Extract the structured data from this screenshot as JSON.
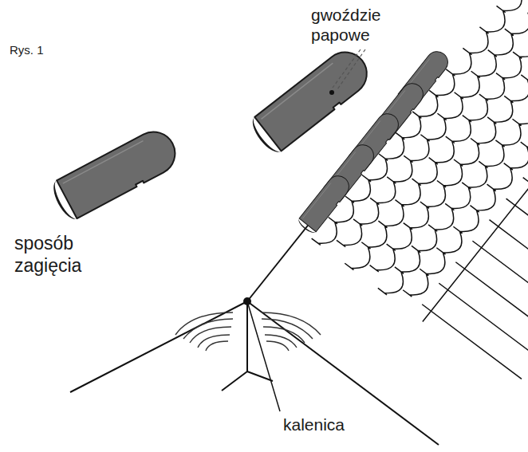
{
  "diagram": {
    "labels": [
      "Rys. 1",
      "gwoździe papowe",
      "sposób zagięcia",
      "kalenica"
    ]
  }
}
